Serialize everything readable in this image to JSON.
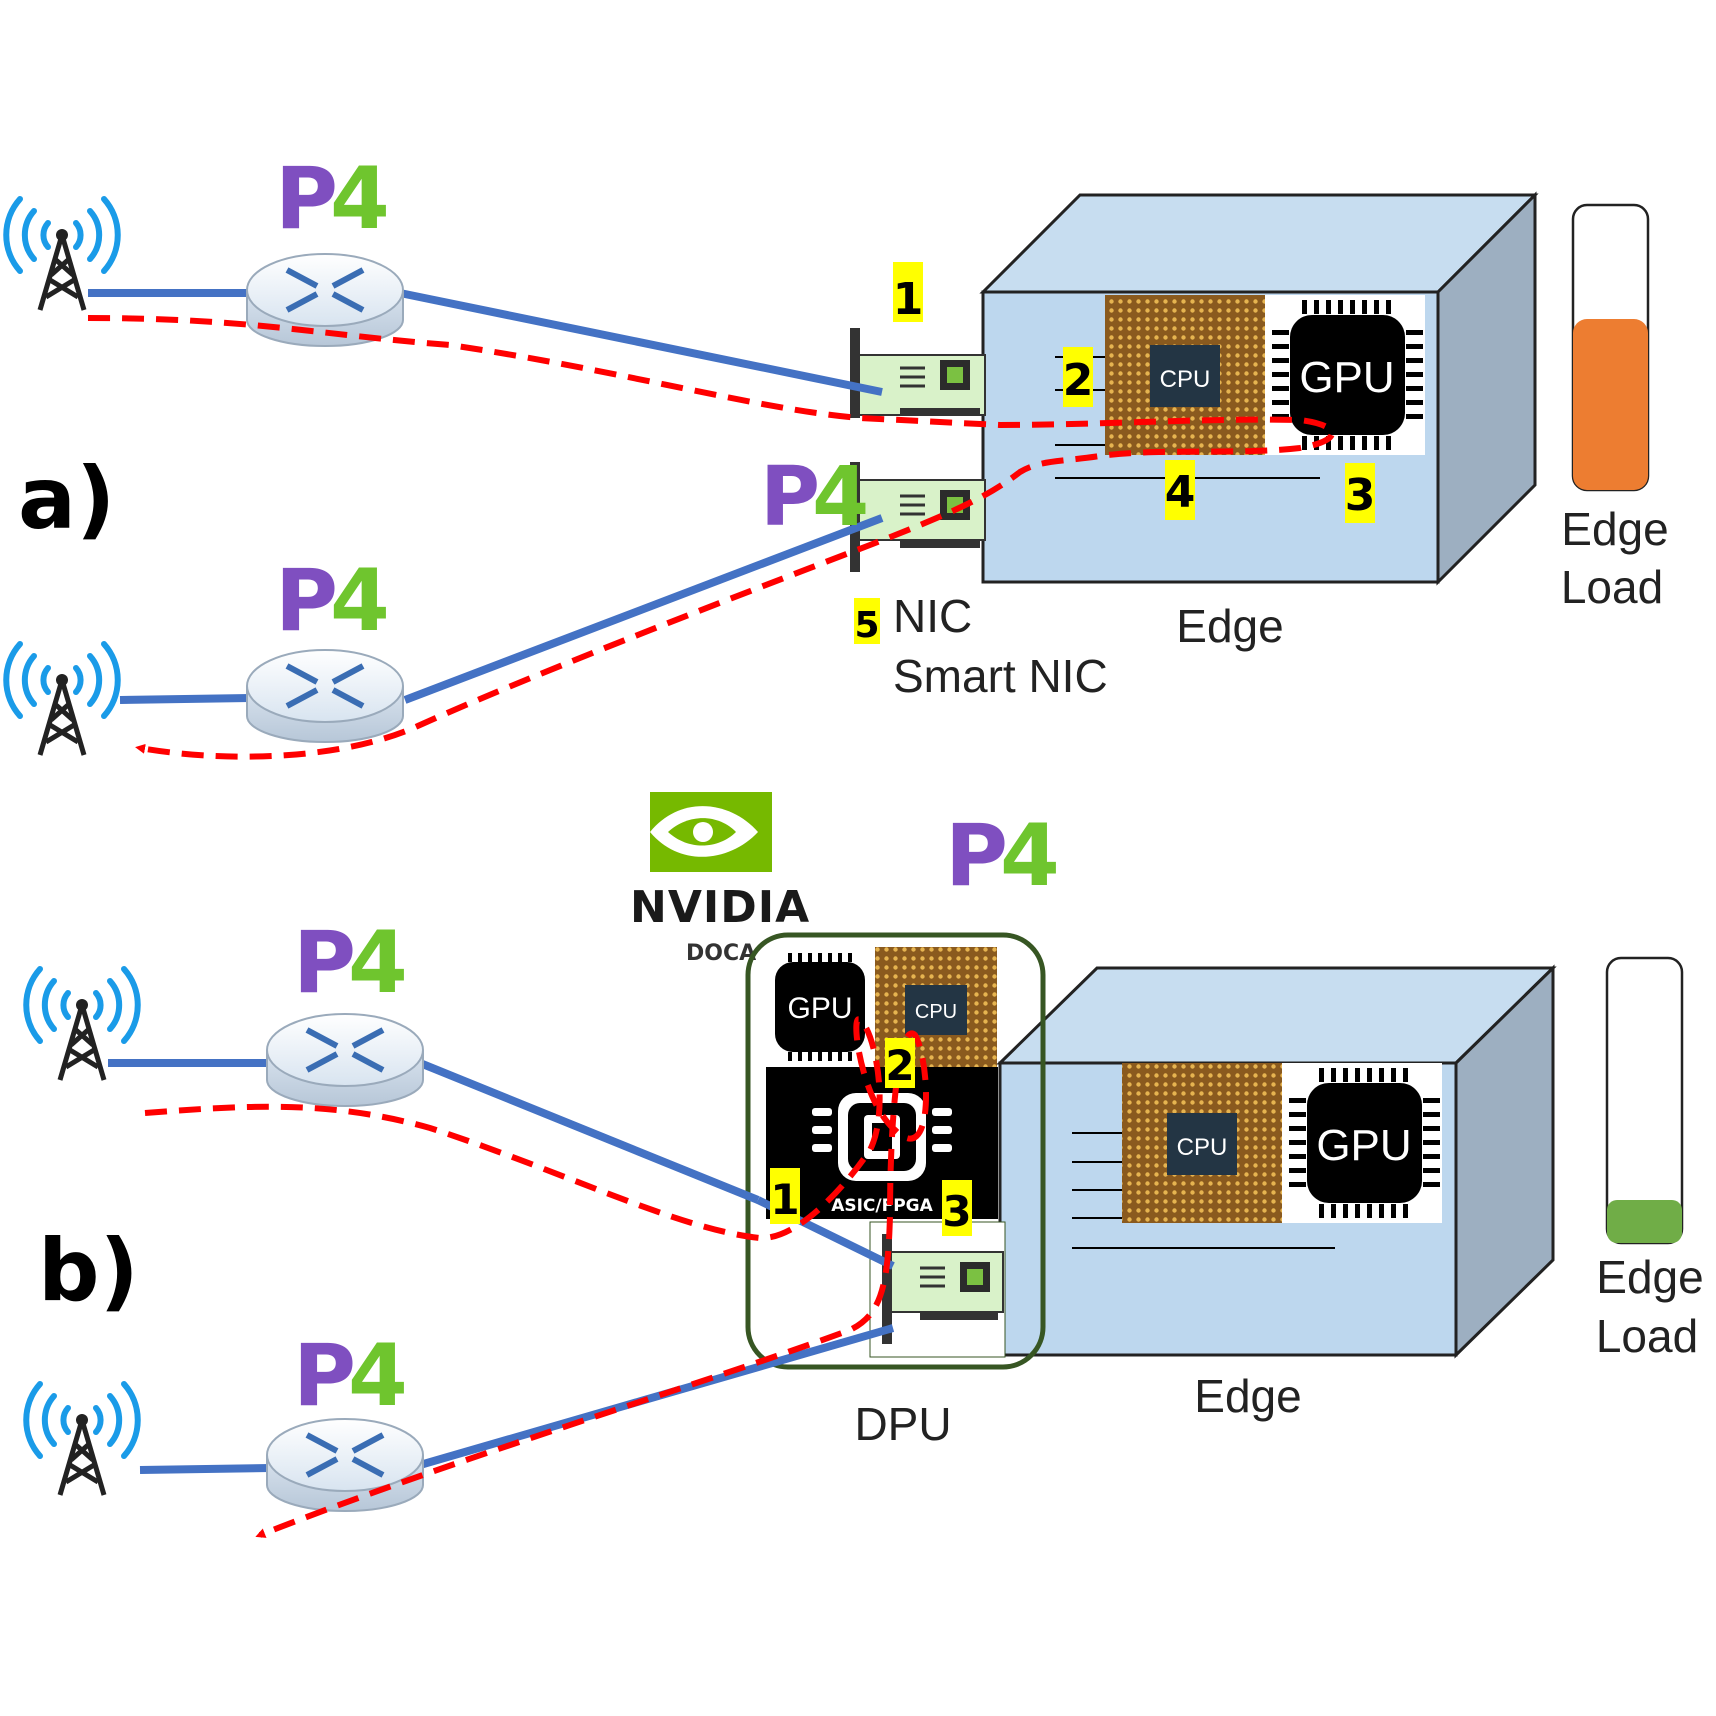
{
  "panel_a": {
    "label": "a)",
    "steps": [
      "1",
      "2",
      "3",
      "4",
      "5"
    ],
    "nic_label": "NIC",
    "smartnic_label": "Smart NIC",
    "edge_label": "Edge",
    "load_label_1": "Edge",
    "load_label_2": "Load",
    "load_level": 0.6,
    "load_color": "#ed7d31"
  },
  "panel_b": {
    "label": "b)",
    "steps": [
      "1",
      "2",
      "3"
    ],
    "dpu_label": "DPU",
    "edge_label": "Edge",
    "load_label_1": "Edge",
    "load_label_2": "Load",
    "load_level": 0.15,
    "load_color": "#70ad47",
    "asic_label": "ASIC/FPGA"
  },
  "chips": {
    "cpu": "CPU",
    "gpu": "GPU"
  },
  "logos": {
    "p4": "P4",
    "nvidia": "NVIDIA",
    "doca": "DOCA"
  },
  "colors": {
    "link": "#4472c4",
    "path": "#ff0000",
    "edge_front": "#bdd7ee",
    "edge_top": "#c7ddf0",
    "edge_side": "#9dafc1",
    "highlight": "#ffff00",
    "dpu_border": "#375623",
    "nvidia_green": "#76b900",
    "p4_purple": "#7f4fc0",
    "p4_green": "#6fc52e",
    "antenna": "#1a9be8"
  }
}
